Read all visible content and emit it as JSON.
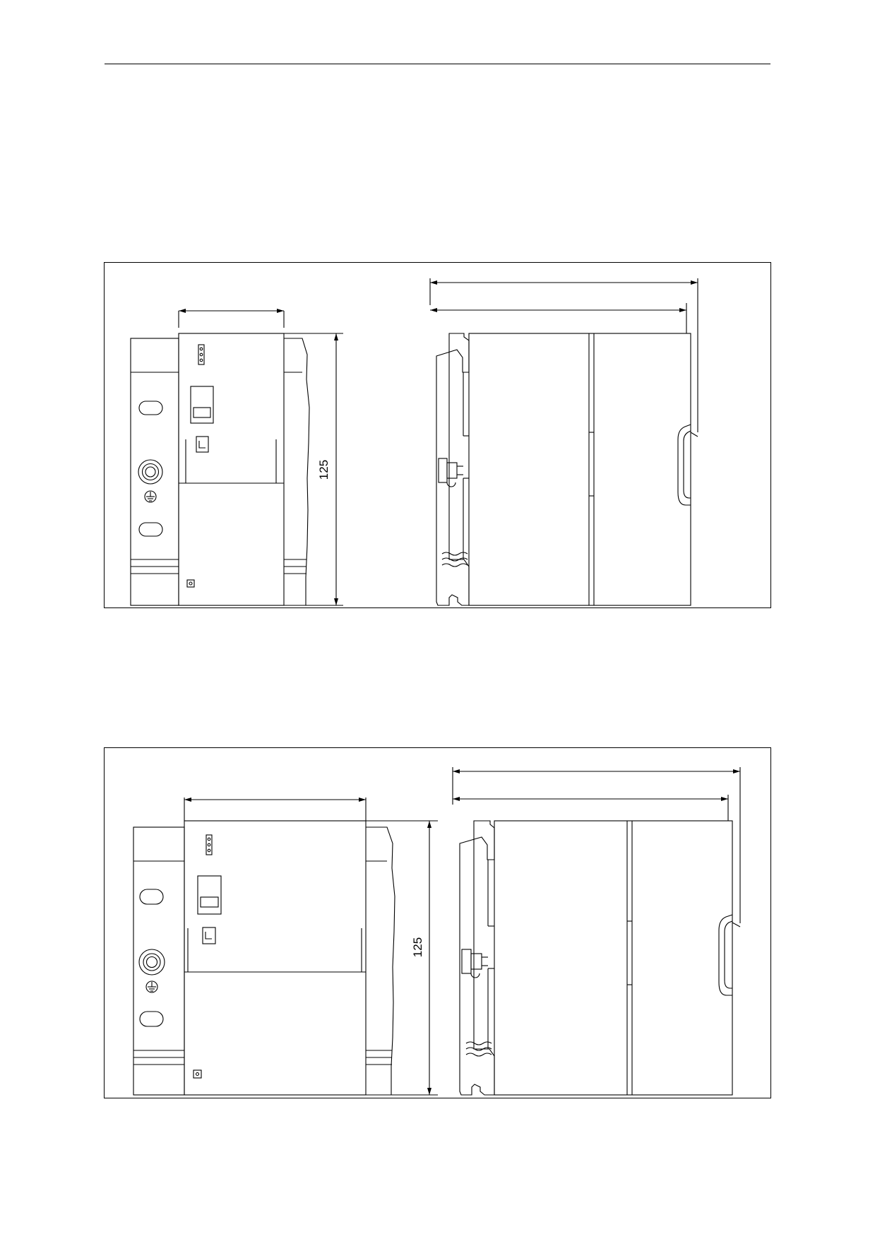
{
  "figures": [
    {
      "id": "fig1",
      "dimension_height_label": "125"
    },
    {
      "id": "fig2",
      "dimension_height_label": "125"
    }
  ],
  "colors": {
    "line": "#000000",
    "background": "#ffffff"
  }
}
